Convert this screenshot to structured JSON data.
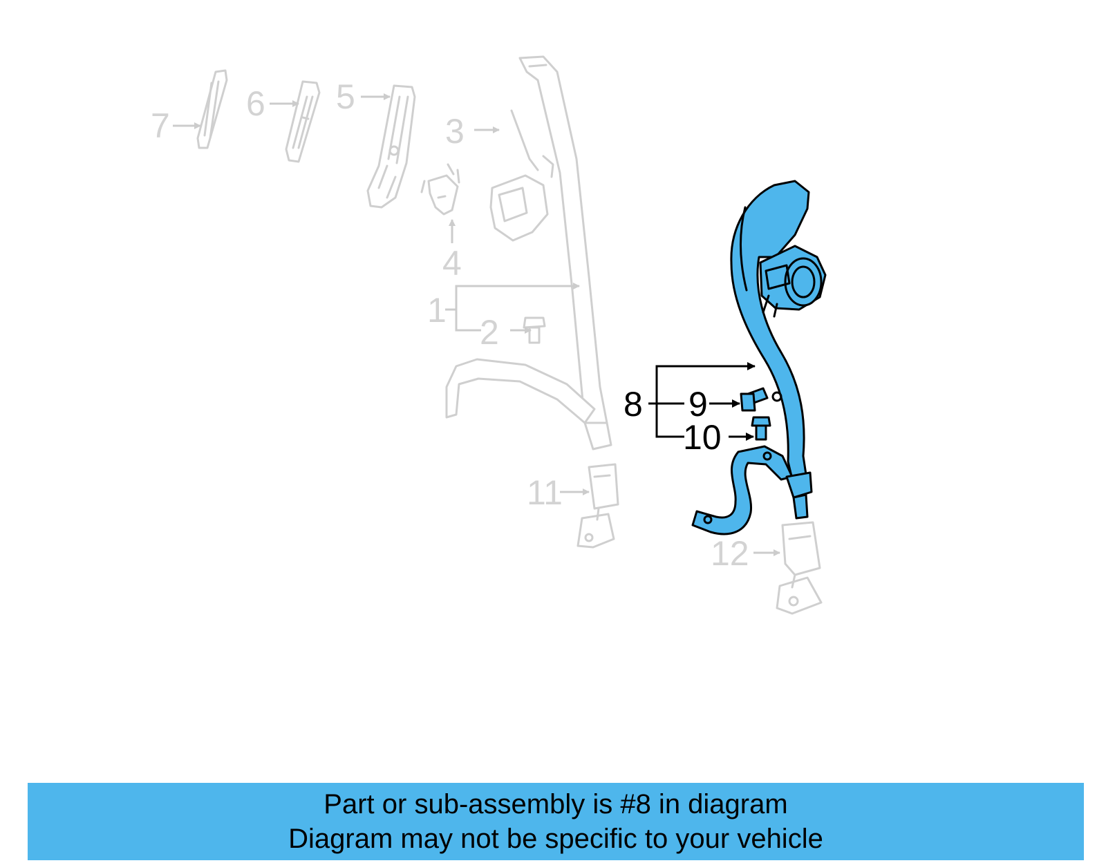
{
  "callouts": {
    "c1": "1",
    "c2": "2",
    "c3": "3",
    "c4": "4",
    "c5": "5",
    "c6": "6",
    "c7": "7",
    "c8": "8",
    "c9": "9",
    "c10": "10",
    "c11": "11",
    "c12": "12"
  },
  "highlight_color": "#4eb6ec",
  "faded_color": "#d3d3d3",
  "banner": {
    "line1": "Part or sub-assembly is #8 in diagram",
    "line2": "Diagram may not be specific to your vehicle"
  }
}
